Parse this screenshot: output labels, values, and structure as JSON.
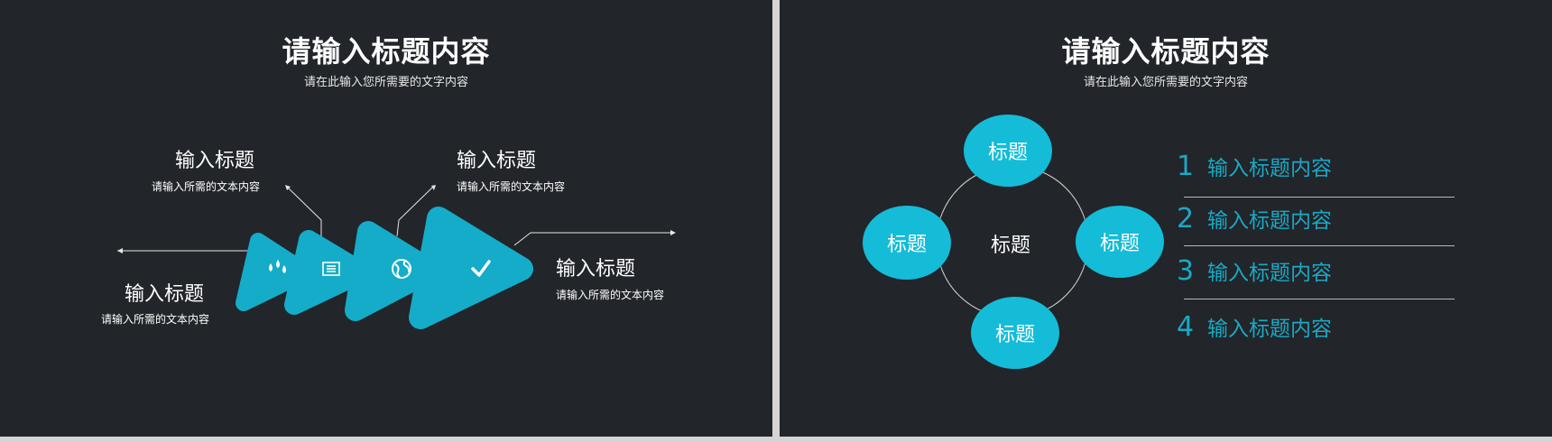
{
  "colors": {
    "background": "#22252a",
    "accent": "#14bcd8",
    "list_text": "#1aa9c4",
    "frame": "#d4d4d4"
  },
  "left_slide": {
    "title": "请输入标题内容",
    "subtitle": "请在此输入您所需要的文字内容",
    "callouts": [
      {
        "heading": "输入标题",
        "text": "请输入所需的文本内容"
      },
      {
        "heading": "输入标题",
        "text": "请输入所需的文本内容"
      },
      {
        "heading": "输入标题",
        "text": "请输入所需的文本内容"
      },
      {
        "heading": "输入标题",
        "text": "请输入所需的文本内容"
      }
    ],
    "arrow_icons": [
      "drops-icon",
      "newspaper-icon",
      "globe-icon",
      "check-icon"
    ]
  },
  "right_slide": {
    "title": "请输入标题内容",
    "subtitle": "请在此输入您所需要的文字内容",
    "center_label": "标题",
    "nodes": [
      "标题",
      "标题",
      "标题",
      "标题"
    ],
    "list": [
      {
        "num": "1",
        "label": "输入标题内容"
      },
      {
        "num": "2",
        "label": "输入标题内容"
      },
      {
        "num": "3",
        "label": "输入标题内容"
      },
      {
        "num": "4",
        "label": "输入标题内容"
      }
    ]
  }
}
